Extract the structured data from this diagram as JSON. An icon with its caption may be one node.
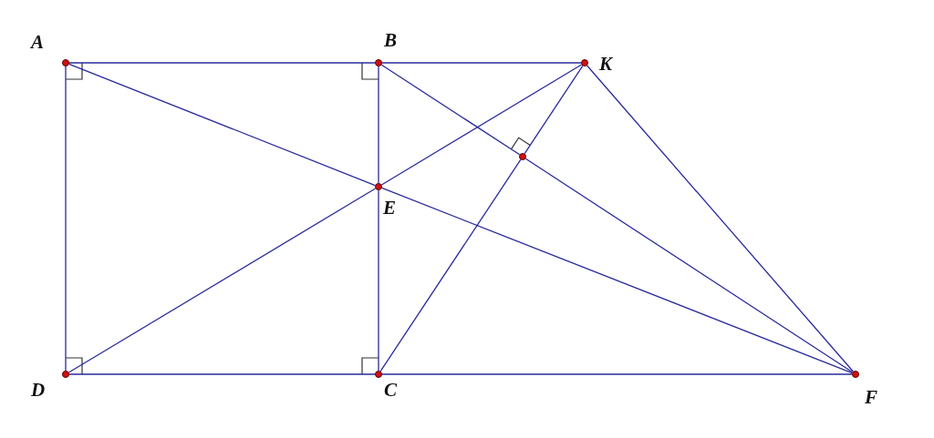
{
  "diagram": {
    "nodes": [
      {
        "text": [],
        "shape": "circle",
        "beside": [
          "A"
        ]
      },
      {
        "text": [],
        "shape": "circle",
        "beside": [
          "B"
        ]
      },
      {
        "text": [],
        "shape": "circle",
        "beside": [
          "K"
        ]
      },
      {
        "text": [],
        "shape": "circle"
      },
      {
        "text": [],
        "shape": "circle",
        "beside": [
          "E"
        ]
      },
      {
        "text": [],
        "shape": "circle",
        "beside": [
          "D"
        ]
      },
      {
        "text": [],
        "shape": "circle",
        "beside": [
          "C"
        ]
      },
      {
        "text": [],
        "shape": "circle",
        "beside": [
          "F"
        ]
      }
    ],
    "edges": [
      {
        "from": 0,
        "to": 1,
        "arrow": "none"
      },
      {
        "from": 1,
        "to": 2,
        "arrow": "none"
      },
      {
        "from": 0,
        "to": 5,
        "arrow": "none"
      },
      {
        "from": 5,
        "to": 6,
        "arrow": "none"
      },
      {
        "from": 6,
        "to": 7,
        "arrow": "none"
      },
      {
        "from": 1,
        "to": 4,
        "arrow": "none"
      },
      {
        "from": 4,
        "to": 6,
        "arrow": "none"
      },
      {
        "from": 0,
        "to": 4,
        "arrow": "none"
      },
      {
        "from": 4,
        "to": 7,
        "arrow": "none"
      },
      {
        "from": 5,
        "to": 4,
        "arrow": "none"
      },
      {
        "from": 4,
        "to": 2,
        "arrow": "none"
      },
      {
        "from": 1,
        "to": 3,
        "arrow": "none"
      },
      {
        "from": 3,
        "to": 7,
        "arrow": "none"
      },
      {
        "from": 6,
        "to": 3,
        "arrow": "none"
      },
      {
        "from": 3,
        "to": 2,
        "arrow": "none"
      },
      {
        "from": 2,
        "to": 7,
        "arrow": "none"
      }
    ]
  }
}
